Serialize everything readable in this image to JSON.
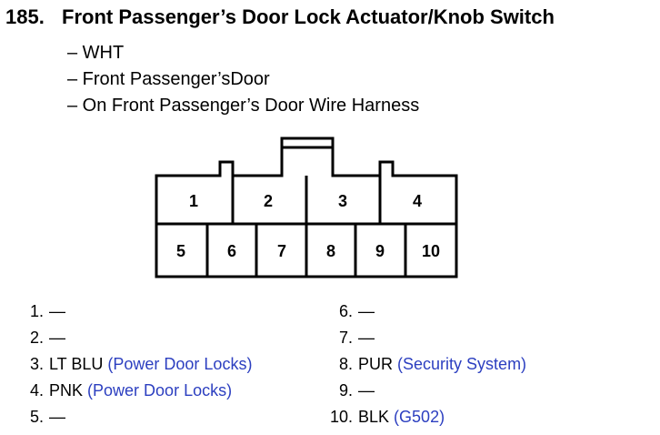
{
  "header": {
    "number": "185.",
    "title": "Front Passenger’s Door Lock Actuator/Knob Switch"
  },
  "details": [
    "– WHT",
    "– Front Passenger’sDoor",
    "– On Front Passenger’s Door Wire Harness"
  ],
  "connector": {
    "top_row": [
      "1",
      "2",
      "3",
      "4"
    ],
    "bottom_row": [
      "5",
      "6",
      "7",
      "8",
      "9",
      "10"
    ]
  },
  "pins": [
    {
      "num": "1.",
      "color": "—",
      "circuit": ""
    },
    {
      "num": "2.",
      "color": "—",
      "circuit": ""
    },
    {
      "num": "3.",
      "color": "LT BLU",
      "circuit": "(Power Door Locks)"
    },
    {
      "num": "4.",
      "color": "PNK",
      "circuit": "(Power Door Locks)"
    },
    {
      "num": "5.",
      "color": "—",
      "circuit": ""
    },
    {
      "num": "6.",
      "color": "—",
      "circuit": ""
    },
    {
      "num": "7.",
      "color": "—",
      "circuit": ""
    },
    {
      "num": "8.",
      "color": "PUR",
      "circuit": "(Security System)"
    },
    {
      "num": "9.",
      "color": "—",
      "circuit": ""
    },
    {
      "num": "10.",
      "color": "BLK",
      "circuit": "(G502)"
    }
  ],
  "colors": {
    "circuit_text": "#2c3fc0",
    "line": "#000000"
  }
}
